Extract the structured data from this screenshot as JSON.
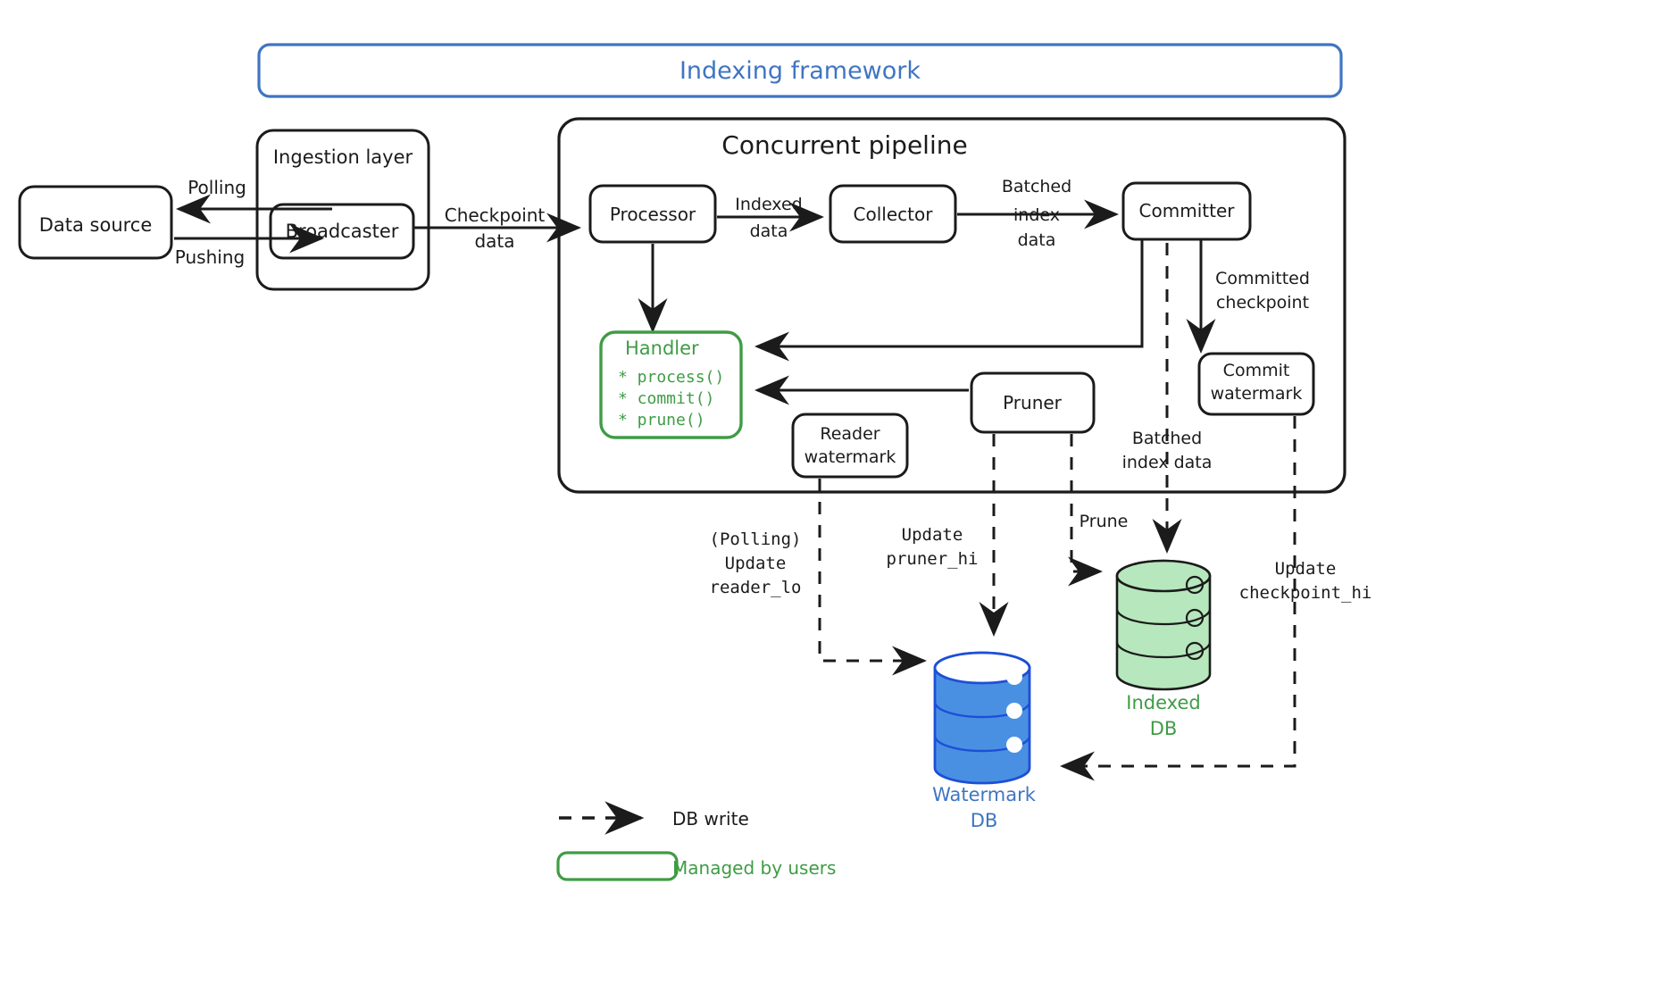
{
  "diagram": {
    "title_banner": {
      "label": "Indexing framework",
      "color": "#3f75c2"
    },
    "colors": {
      "ink": "#1b1b1b",
      "blue": "#3f75c2",
      "green": "#3f9c45",
      "green_fill": "#b7e7bd",
      "blue_fill": "#4a90e2"
    },
    "containers": [
      {
        "name": "ingestion-layer",
        "label": "Ingestion layer"
      },
      {
        "name": "concurrent-pipeline",
        "label": "Concurrent pipeline"
      }
    ],
    "nodes": [
      {
        "name": "data-source",
        "label": "Data source"
      },
      {
        "name": "broadcaster",
        "label": "Broadcaster"
      },
      {
        "name": "processor",
        "label": "Processor"
      },
      {
        "name": "collector",
        "label": "Collector"
      },
      {
        "name": "committer",
        "label": "Committer"
      },
      {
        "name": "commit-watermark",
        "label_line1": "Commit",
        "label_line2": "watermark"
      },
      {
        "name": "reader-watermark",
        "label_line1": "Reader",
        "label_line2": "watermark"
      },
      {
        "name": "pruner",
        "label": "Pruner"
      }
    ],
    "handler": {
      "title": "Handler",
      "methods": [
        "* process()",
        "* commit()",
        "* prune()"
      ]
    },
    "edge_labels": [
      {
        "name": "polling",
        "text": "Polling"
      },
      {
        "name": "pushing",
        "text": "Pushing"
      },
      {
        "name": "checkpoint-data",
        "line1": "Checkpoint",
        "line2": "data"
      },
      {
        "name": "indexed-data",
        "line1": "Indexed",
        "line2": "data"
      },
      {
        "name": "batched-index-data-top",
        "line1": "Batched",
        "line2": "index",
        "line3": "data"
      },
      {
        "name": "committed-checkpoint",
        "line1": "Committed",
        "line2": "checkpoint"
      },
      {
        "name": "batched-index-data-bottom",
        "line1": "Batched",
        "line2": "index data"
      },
      {
        "name": "prune",
        "text": "Prune"
      }
    ],
    "db_write_labels": [
      {
        "name": "update-reader-lo",
        "line1": "(Polling)",
        "line2": "Update",
        "line3": "reader_lo"
      },
      {
        "name": "update-pruner-hi",
        "line1": "Update",
        "line2": "pruner_hi"
      },
      {
        "name": "update-checkpoint-hi",
        "line1": "Update",
        "line2": "checkpoint_hi"
      }
    ],
    "databases": [
      {
        "name": "indexed-db",
        "line1": "Indexed",
        "line2": "DB",
        "color": "#3f9c45"
      },
      {
        "name": "watermark-db",
        "line1": "Watermark",
        "line2": "DB",
        "color": "#3f75c2"
      }
    ],
    "legend": [
      {
        "name": "legend-db-write",
        "label": "DB write",
        "style": "dashed-arrow"
      },
      {
        "name": "legend-managed-by-users",
        "label": "Managed by users",
        "style": "green-rounded-box"
      }
    ]
  }
}
